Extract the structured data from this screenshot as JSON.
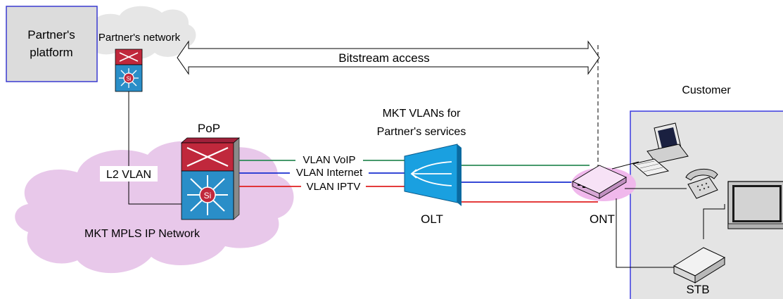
{
  "labels": {
    "partner_platform_line1": "Partner's",
    "partner_platform_line2": "platform",
    "partner_network": "Partner's network",
    "bitstream_access": "Bitstream access",
    "customer": "Customer",
    "mkt_vlans_line1": "MKT VLANs for",
    "mkt_vlans_line2": "Partner's services",
    "pop": "PoP",
    "l2_vlan": "L2 VLAN",
    "vlan_voip": "VLAN VoIP",
    "vlan_internet": "VLAN Internet",
    "vlan_iptv": "VLAN IPTV",
    "olt": "OLT",
    "ont": "ONT",
    "stb": "STB",
    "mpls_network": "MKT MPLS IP Network",
    "switch_logo": "Si"
  },
  "colors": {
    "voip": "#2e8b57",
    "internet": "#1a2fd0",
    "iptv": "#e02020",
    "switch_red": "#c0283c",
    "switch_blue": "#2a8ec8",
    "olt_blue": "#1aa0e0",
    "cloud": "#e8c8ea",
    "partner_cloud": "#e6e6e6",
    "customer_box": "#e4e4e4",
    "customer_border": "#3a3ae0",
    "platform_box": "#dcdcdc",
    "platform_border": "#3a3ad0",
    "ont_pink": "#f0b8ec"
  },
  "icons": [
    "router-switch-icon",
    "olt-splitter-icon",
    "ont-icon",
    "pc-icon",
    "telephone-icon",
    "tv-icon",
    "stb-icon",
    "cloud-icon"
  ]
}
